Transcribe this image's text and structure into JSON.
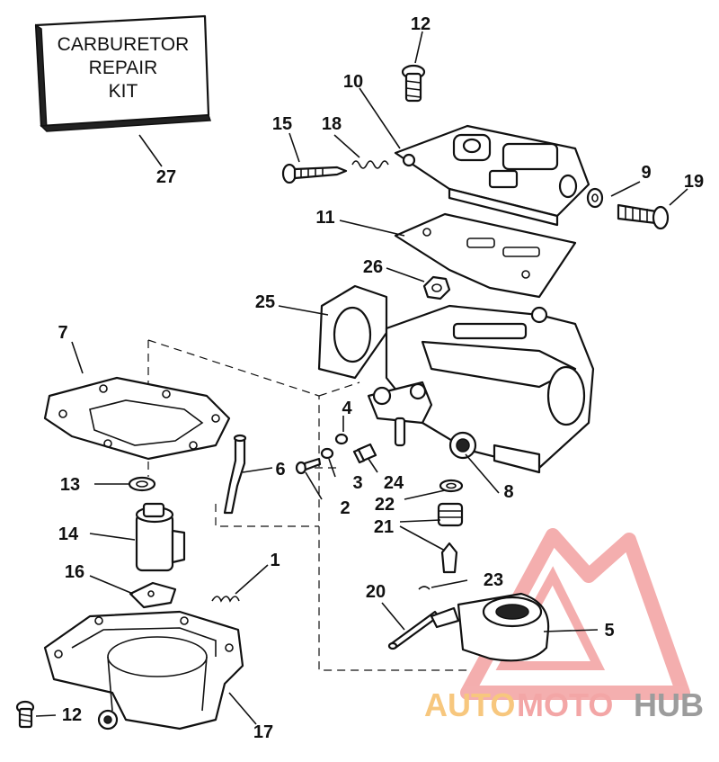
{
  "kit_box": {
    "line1": "CARBURETOR",
    "line2": "REPAIR",
    "line3": "KIT"
  },
  "callouts": {
    "p1": "1",
    "p2": "2",
    "p3": "3",
    "p4": "4",
    "p5": "5",
    "p6": "6",
    "p7": "7",
    "p8": "8",
    "p9": "9",
    "p10": "10",
    "p11": "11",
    "p12a": "12",
    "p12b": "12",
    "p13": "13",
    "p14": "14",
    "p15": "15",
    "p16": "16",
    "p17": "17",
    "p18": "18",
    "p19": "19",
    "p20": "20",
    "p21": "21",
    "p22": "22",
    "p23": "23",
    "p24": "24",
    "p25": "25",
    "p26": "26",
    "p27": "27"
  },
  "watermark": {
    "auto": "AUTO",
    "moto": "MOTO",
    "hub": "HUB"
  },
  "colors": {
    "line": "#111111",
    "watermark_red": "#f3a6a6",
    "watermark_orange": "#f7c77e",
    "watermark_gray": "#9c9c9c"
  }
}
